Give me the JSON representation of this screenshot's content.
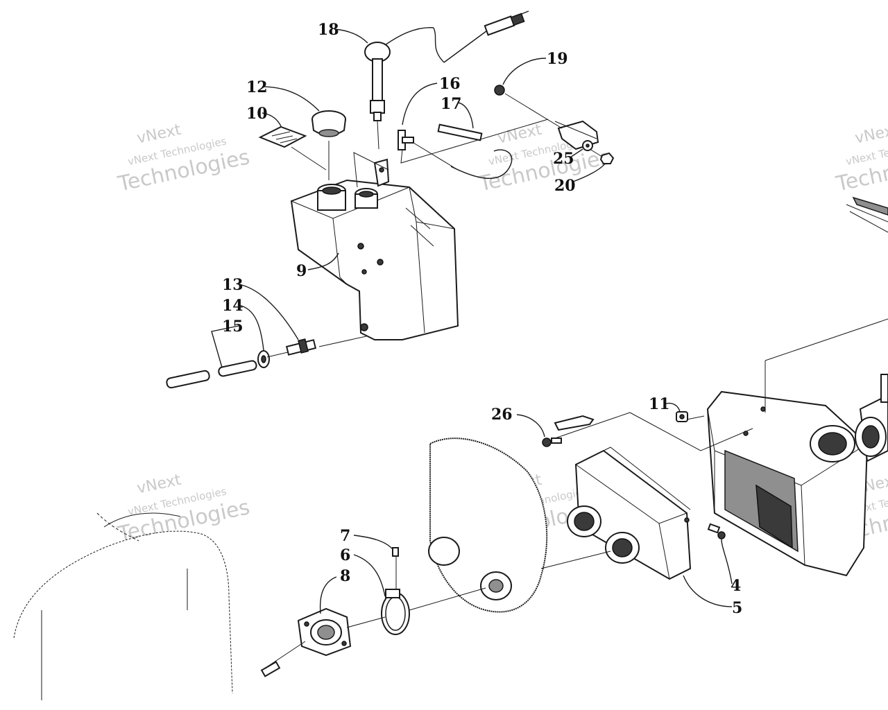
{
  "labels": {
    "l4": "4",
    "l5": "5",
    "l6": "6",
    "l7": "7",
    "l8": "8",
    "l9": "9",
    "l10": "10",
    "l11": "11",
    "l12": "12",
    "l13": "13",
    "l14": "14",
    "l15": "15",
    "l16": "16",
    "l17": "17",
    "l18": "18",
    "l19": "19",
    "l20": "20",
    "l25": "25",
    "l26": "26"
  },
  "watermark": {
    "word1": "vNext",
    "word2": "vNext Technologies",
    "word3": "Technologies"
  }
}
